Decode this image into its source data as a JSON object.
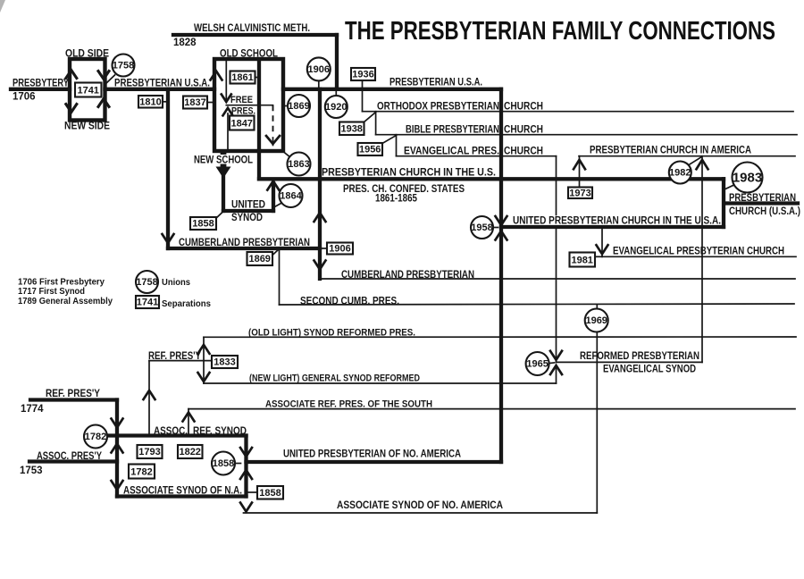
{
  "title": "THE PRESBYTERIAN FAMILY CONNECTIONS",
  "legend": {
    "milestone_1": "1706 First Presbytery",
    "milestone_2": "1717 First Synod",
    "milestone_3": "1789 General Assembly",
    "unions_year": "1758",
    "unions_label": "Unions",
    "separations_year": "1741",
    "separations_label": "Separations"
  },
  "origins": {
    "presbytery_label": "PRESBYTERY",
    "presbytery_year": "1706",
    "welsh_label": "WELSH CALVINISTIC METH.",
    "welsh_year": "1828",
    "ref_presy_label": "REF. PRES'Y",
    "ref_presy_year": "1774",
    "assoc_presy_label": "ASSOC. PRES'Y",
    "assoc_presy_year": "1753"
  },
  "branches": {
    "old_side": "OLD SIDE",
    "new_side": "NEW SIDE",
    "presbyterian_usa_left": "PRESBYTERIAN U.S.A.",
    "presbyterian_usa_right": "PRESBYTERIAN U.S.A.",
    "old_school": "OLD SCHOOL",
    "new_school": "NEW SCHOOL",
    "free": "FREE",
    "pres": "PRES.",
    "orthodox": "ORTHODOX PRESBYTERIAN",
    "orthodox_church": "CHURCH",
    "bible": "BIBLE PRESBYTERIAN",
    "bible_church": "CHURCH",
    "evangelical_pres": "EVANGELICAL  PRES.",
    "evangelical_church": "CHURCH",
    "pca": "PRESBYTERIAN CHURCH IN AMERICA",
    "pcus": "PRESBYTERIAN CHURCH IN THE U.S.",
    "confed": "PRES. CH. CONFED. STATES",
    "confed_years": "1861-1865",
    "united": "UNITED",
    "synod": "SYNOD",
    "cumberland": "CUMBERLAND PRESBYTERIAN",
    "cumberland_cont": "CUMBERLAND PRESBYTERIAN",
    "second_cumb": "SECOND CUMB. PRES.",
    "upcusa": "UNITED PRESBYTERIAN  CHURCH IN THE  U.S.A.",
    "epc": "EVANGELICAL PRESBYTERIAN CHURCH",
    "reformed_pres": "REFORMED PRESBYTERIAN",
    "evangelical_synod": "EVANGELICAL SYNOD",
    "old_light": "(OLD LIGHT) SYNOD REFORMED PRES.",
    "new_light": "(NEW LIGHT) GENERAL SYNOD REFORMED",
    "arps": "ASSOCIATE REF. PRES. OF THE SOUTH",
    "ref_presy_2": "REF. PRES'Y",
    "assoc_abbr": "ASSOC.",
    "ref_synod": "REF. SYNOD",
    "assoc_synod_na": "ASSOCIATE SYNOD OF N.A.",
    "upna": "UNITED PRESBYTERIAN OF NO. AMERICA",
    "assoc_synod_noam": "ASSOCIATE SYNOD OF NO.  AMERICA",
    "pcusa_line1": "PRESBYTERIAN",
    "pcusa_line2": "CHURCH (U.S.A.)"
  },
  "unions": {
    "u1758": "1758",
    "u1906": "1906",
    "u1920": "1920",
    "u1869": "1869",
    "u1863": "1863",
    "u1864": "1864",
    "u1958": "1958",
    "u1965": "1965",
    "u1969": "1969",
    "u1982": "1982",
    "u1983": "1983",
    "u1782": "1782",
    "u1858": "1858"
  },
  "separations": {
    "s1741": "1741",
    "s1810": "1810",
    "s1837": "1837",
    "s1861": "1861",
    "s1847": "1847",
    "s1936": "1936",
    "s1938": "1938",
    "s1956": "1956",
    "s1858_us": "1858",
    "s1869": "1869",
    "s1906": "1906",
    "s1973": "1973",
    "s1981": "1981",
    "s1833": "1833",
    "s1793": "1793",
    "s1822": "1822",
    "s1782": "1782",
    "s1858_as": "1858"
  }
}
